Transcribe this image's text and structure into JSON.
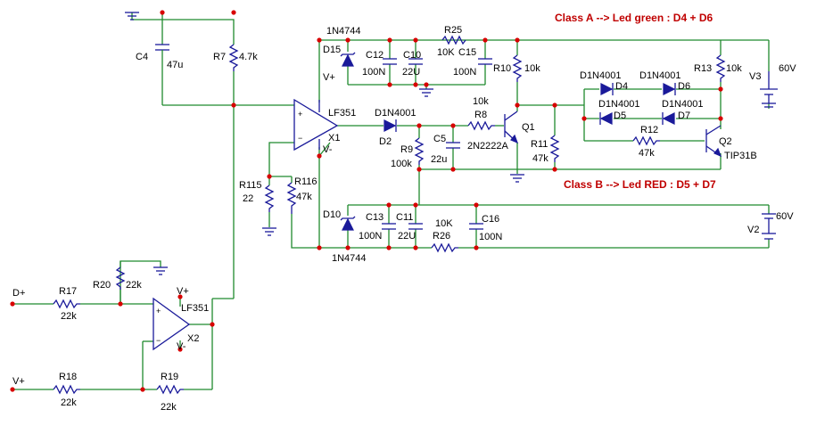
{
  "titles": {
    "class_a": "Class A --> Led green : D4 + D6",
    "class_b": "Class B --> Led RED : D5 + D7"
  },
  "labels": {
    "c4": "C4",
    "c4_val": "47u",
    "r7": "R7",
    "r7_val": "4.7k",
    "d15_type": "1N4744",
    "d15": "D15",
    "c12": "C12",
    "c12_val": "100N",
    "c10": "C10",
    "c10_val": "22U",
    "r25": "R25",
    "r25_val": "10K",
    "c15": "C15",
    "c15_val": "100N",
    "r10": "R10",
    "r10_val": "10k",
    "vplus_x1": "V+",
    "vminus_x1": "V-",
    "x1_type": "LF351",
    "x1": "X1",
    "d2_type": "D1N4001",
    "d2": "D2",
    "r8_val": "10k",
    "r8": "R8",
    "q1": "Q1",
    "q1_type": "2N2222A",
    "r9": "R9",
    "r9_val": "100k",
    "c5": "C5",
    "c5_val": "22u",
    "r11": "R11",
    "r11_val": "47k",
    "d4_type": "D1N4001",
    "d4": "D4",
    "d6_type": "D1N4001",
    "d6": "D6",
    "d5_type": "D1N4001",
    "d5": "D5",
    "d7_type": "D1N4001",
    "d7": "D7",
    "r13": "R13",
    "r13_val": "10k",
    "v3": "V3",
    "v3_val": "60V",
    "r12": "R12",
    "r12_val": "47k",
    "q2": "Q2",
    "q2_type": "TIP31B",
    "r115": "R115",
    "r115_val": "22",
    "r116": "R116",
    "r116_val": "47k",
    "d10": "D10",
    "d10_type": "1N4744",
    "c13": "C13",
    "c13_val": "100N",
    "c11": "C11",
    "c11_val": "22U",
    "r26_val": "10K",
    "r26": "R26",
    "c16": "C16",
    "c16_val": "100N",
    "v2": "V2",
    "v2_val": "60V",
    "d_plus": "D+",
    "r17": "R17",
    "r17_val": "22k",
    "r20": "R20",
    "r20_val": "22k",
    "vplus_x2": "V+",
    "vminus_x2": "V-",
    "x2_type": "LF351",
    "x2": "X2",
    "v_plus_in": "V+",
    "r18": "R18",
    "r18_val": "22k",
    "r19": "R19",
    "r19_val": "22k"
  }
}
